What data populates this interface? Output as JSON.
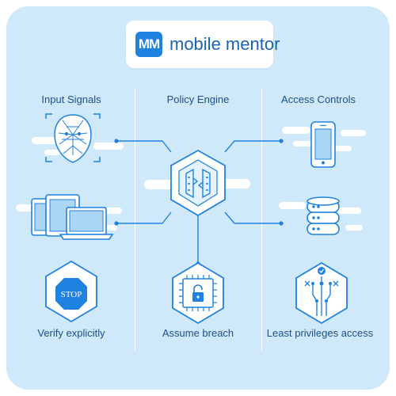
{
  "brand": {
    "logo_mark": "MM",
    "name": "mobile mentor"
  },
  "columns": [
    {
      "title": "Input Signals"
    },
    {
      "title": "Policy Engine"
    },
    {
      "title": "Access Controls"
    }
  ],
  "captions": [
    "Verify explicitly",
    "Assume breach",
    "Least privileges access"
  ],
  "stop_label": "STOP",
  "colors": {
    "panel": "#cfe9fb",
    "line": "#1f82e0",
    "hex_fill": "#ffffff",
    "text": "#1d4f86",
    "cloud": "#ffffff"
  },
  "icons": [
    "face-scan-icon",
    "devices-icon",
    "policy-engine-chip-icon",
    "smartphone-icon",
    "server-database-icon",
    "stop-sign-icon",
    "padlock-chip-icon",
    "permission-tree-icon"
  ]
}
